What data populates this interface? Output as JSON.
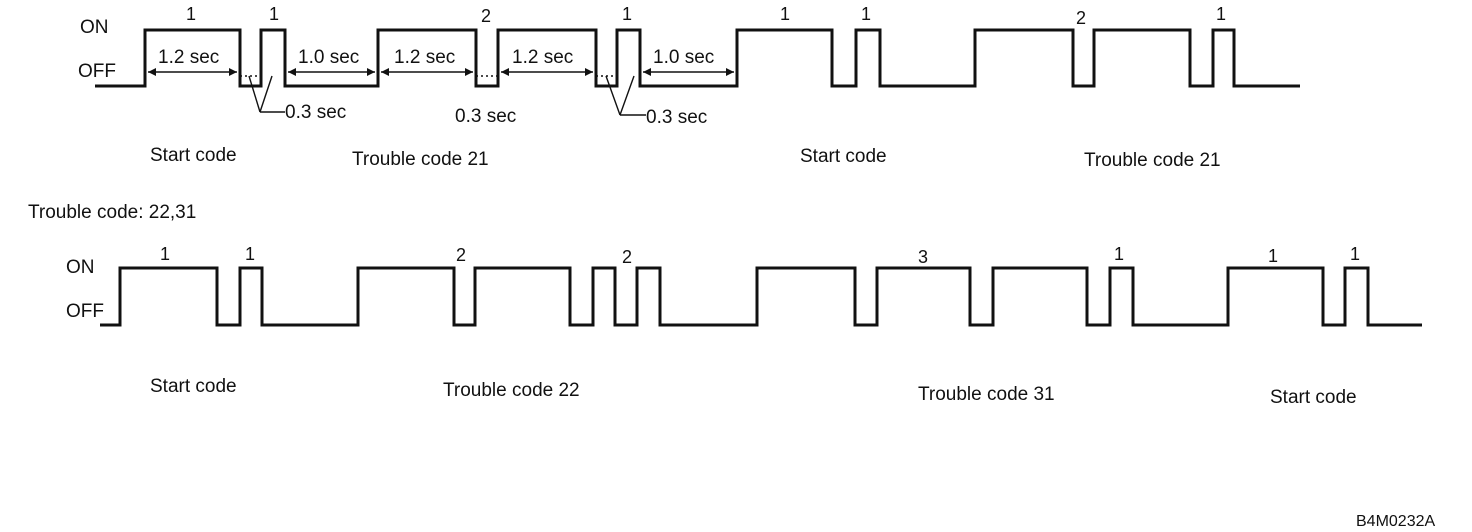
{
  "top": {
    "on_label": "ON",
    "off_label": "OFF",
    "pulse_numbers": [
      "1",
      "1",
      "2",
      "1",
      "1",
      "1",
      "2",
      "1"
    ],
    "durations": {
      "long_on_1": "1.2 sec",
      "pause_1": "1.0 sec",
      "long_on_2": "1.2 sec",
      "long_on_3": "1.2 sec",
      "pause_2": "1.0 sec",
      "off_gap_1": "0.3 sec",
      "off_gap_2": "0.3 sec",
      "off_gap_3": "0.3 sec"
    },
    "groups": [
      "Start code",
      "Trouble code 21",
      "Start code",
      "Trouble code 21"
    ]
  },
  "bottom": {
    "title": "Trouble code: 22,31",
    "on_label": "ON",
    "off_label": "OFF",
    "pulse_numbers": [
      "1",
      "1",
      "2",
      "2",
      "3",
      "1",
      "1",
      "1"
    ],
    "groups": [
      "Start code",
      "Trouble code 22",
      "Trouble code 31",
      "Start code"
    ]
  },
  "figure_id": "B4M0232A"
}
